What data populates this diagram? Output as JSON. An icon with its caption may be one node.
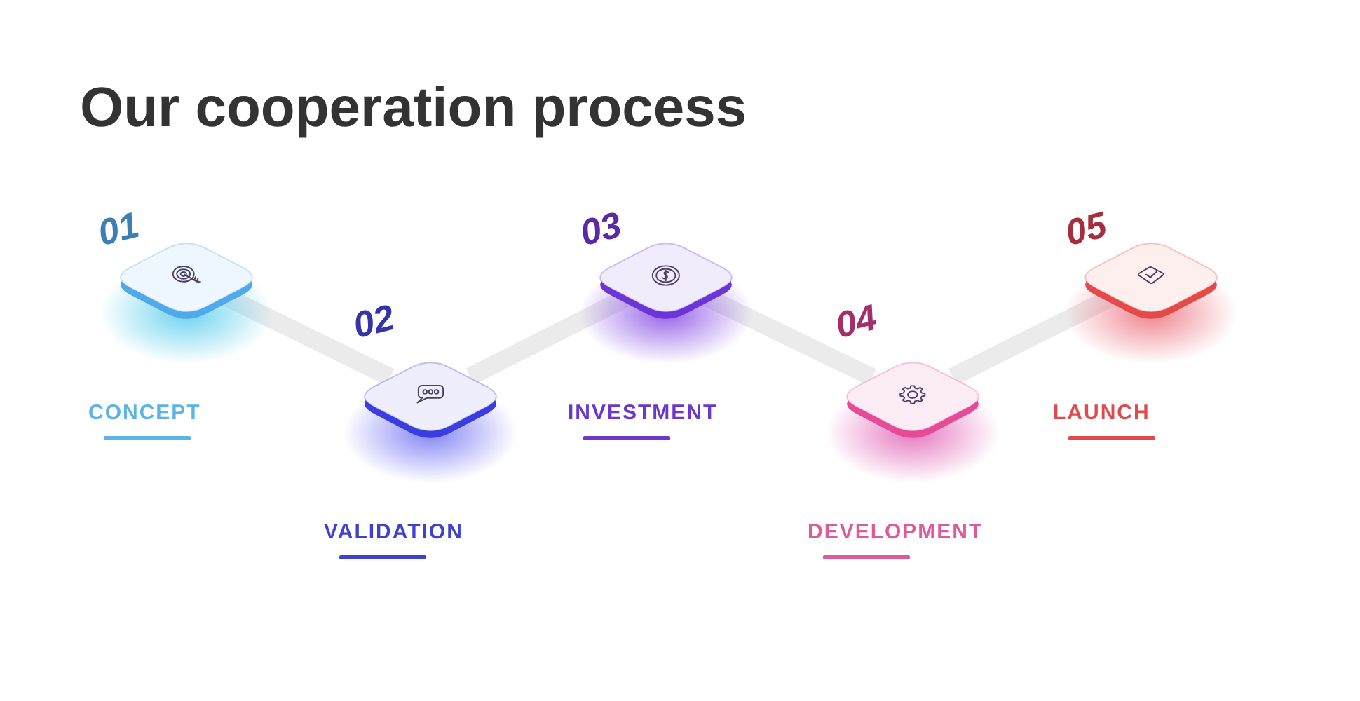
{
  "diagram": {
    "title": "Our cooperation process",
    "nodes": [
      {
        "text": [],
        "shape": "diamond",
        "beside": [
          "01",
          "CONCEPT"
        ]
      },
      {
        "text": [],
        "shape": "diamond",
        "beside": [
          "02",
          "VALIDATION"
        ]
      },
      {
        "text": [],
        "shape": "diamond",
        "beside": [
          "03",
          "INVESTMENT"
        ]
      },
      {
        "text": [],
        "shape": "diamond",
        "beside": [
          "04",
          "DEVELOPMENT"
        ]
      },
      {
        "text": [],
        "shape": "diamond",
        "beside": [
          "05",
          "LAUNCH"
        ]
      }
    ],
    "edges": [
      {
        "from": 0,
        "to": 1,
        "arrow": "none"
      },
      {
        "from": 1,
        "to": 2,
        "arrow": "none"
      },
      {
        "from": 2,
        "to": 3,
        "arrow": "none"
      },
      {
        "from": 3,
        "to": 4,
        "arrow": "none"
      }
    ]
  }
}
